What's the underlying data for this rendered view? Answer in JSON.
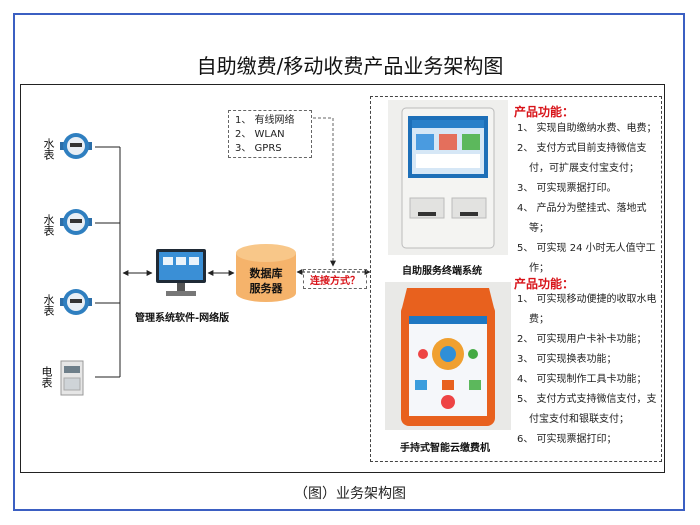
{
  "title": "自助缴费/移动收费产品业务架构图",
  "caption": "（图）业务架构图",
  "meters": [
    {
      "label": "水表",
      "type": "water"
    },
    {
      "label": "水表",
      "type": "water"
    },
    {
      "label": "水表",
      "type": "water"
    },
    {
      "label": "电表",
      "type": "electric"
    }
  ],
  "network_options": [
    "1、 有线网络",
    "2、 WLAN",
    "3、 GPRS"
  ],
  "management_label": "管理系统软件-网络版",
  "database": {
    "line1": "数据库",
    "line2": "服务器"
  },
  "connection_label": "连接方式？",
  "terminal_label": "自助服务终端系统",
  "handheld_label": "手持式智能云缴费机",
  "features_terminal": {
    "title": "产品功能：",
    "items": [
      "1、 实现自助缴纳水费、电费；",
      "2、 支付方式目前支持微信支付，可扩展支付宝支付；",
      "3、 可实现票据打印。",
      "4、 产品分为壁挂式、落地式等；",
      "5、 可实现 24 小时无人值守工作；"
    ]
  },
  "features_handheld": {
    "title": "产品功能：",
    "items": [
      "1、 可实现移动便捷的收取水电费；",
      "2、 可实现用户卡补卡功能；",
      "3、 可实现换表功能；",
      "4、 可实现制作工具卡功能；",
      "5、 支付方式支持微信支付，支付宝支付和银联支付；",
      "6、 可实现票据打印；"
    ]
  },
  "colors": {
    "frame": "#3b5fc2",
    "red": "#d8141a",
    "device_orange": "#e8611e",
    "screen_blue": "#1d6fb8",
    "db_orange": "#f5b36b"
  }
}
